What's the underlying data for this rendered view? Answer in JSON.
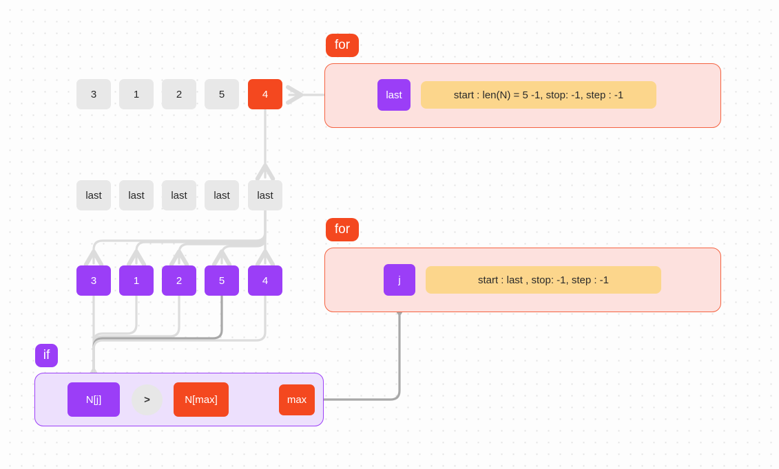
{
  "diagram": {
    "title": "selection-sort-trace",
    "colors": {
      "orange": "#f4481f",
      "purple": "#9b3ef7",
      "gray_box": "#e8e8e8",
      "yellow": "#fcd68c",
      "for_panel_fill": "#fde1de",
      "for_panel_border": "#f4613f",
      "if_panel_fill": "#ede0fd",
      "if_panel_border": "#9b3ef7",
      "arrow_light": "#dcdcdc",
      "arrow_dark": "#9e9e9e",
      "canvas": "#fdfdfd",
      "dot": "#e2e2e2"
    }
  },
  "array_row": {
    "name": "input-array",
    "cells": [
      {
        "value": "3",
        "style": "gray"
      },
      {
        "value": "1",
        "style": "gray"
      },
      {
        "value": "2",
        "style": "gray"
      },
      {
        "value": "5",
        "style": "gray"
      },
      {
        "value": "4",
        "style": "orange"
      }
    ]
  },
  "last_row": {
    "name": "last-index-row",
    "cells": [
      {
        "value": "last"
      },
      {
        "value": "last"
      },
      {
        "value": "last"
      },
      {
        "value": "last"
      },
      {
        "value": "last"
      }
    ]
  },
  "j_row": {
    "name": "j-values-row",
    "cells": [
      {
        "value": "3"
      },
      {
        "value": "1"
      },
      {
        "value": "2"
      },
      {
        "value": "5"
      },
      {
        "value": "4"
      }
    ]
  },
  "for_outer": {
    "badge": "for",
    "variable": "last",
    "range_text": "start : len(N) = 5 -1, stop: -1, step : -1"
  },
  "for_inner": {
    "badge": "for",
    "variable": "j",
    "range_text": "start : last , stop: -1, step : -1"
  },
  "if_block": {
    "badge": "if",
    "left_operand": "N[j]",
    "operator": ">",
    "right_operand": "N[max]",
    "max_var": "max"
  }
}
